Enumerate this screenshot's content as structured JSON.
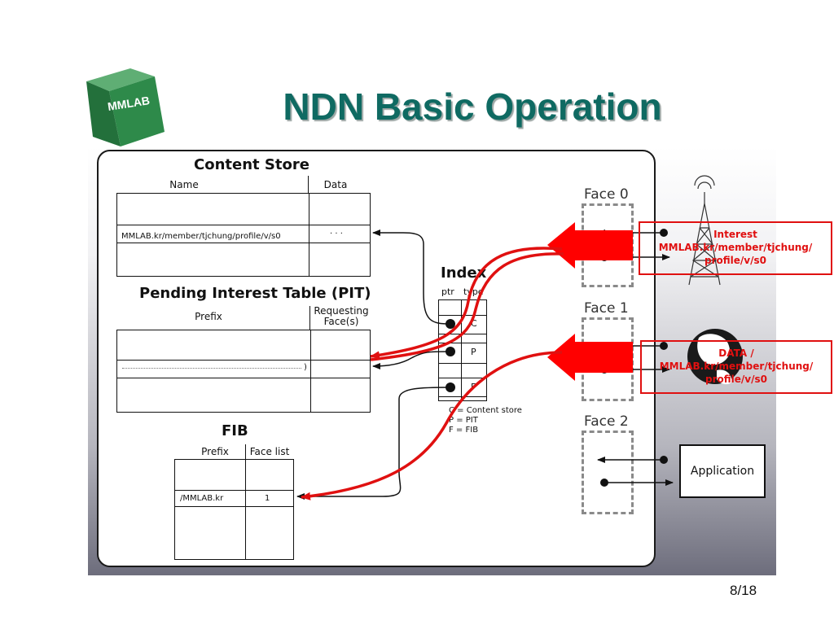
{
  "logo": {
    "text": "MMLAB"
  },
  "title": "NDN Basic Operation",
  "content_store": {
    "heading": "Content Store",
    "col_name": "Name",
    "col_data": "Data",
    "row_name": "MMLAB.kr/member/tjchung/profile/v/s0",
    "row_data": "· · ·"
  },
  "pit": {
    "heading": "Pending Interest Table (PIT)",
    "col_prefix": "Prefix",
    "col_faces": "Requesting Face(s)",
    "row_end": ")"
  },
  "fib": {
    "heading": "FIB",
    "col_prefix": "Prefix",
    "col_facelist": "Face list",
    "row_prefix": "/MMLAB.kr",
    "row_face": "1"
  },
  "index": {
    "heading": "Index",
    "col_ptr": "ptr",
    "col_type": "type",
    "types": [
      "C",
      "P",
      "F"
    ],
    "legend": [
      "C = Content store",
      "P = PIT",
      "F = FIB"
    ]
  },
  "faces": [
    "Face 0",
    "Face 1",
    "Face 2"
  ],
  "application": "Application",
  "callouts": {
    "interest": [
      "Interest",
      "MMLAB.kr/member/tjchung/",
      "profile/v/s0"
    ],
    "data": [
      "DATA /",
      "MMLAB.kr/member/tjchung/",
      "profile/v/s0"
    ]
  },
  "page": "8/18",
  "colors": {
    "title": "#0f6a62",
    "logo": "#2e8a4a",
    "highlight": "#e01010"
  },
  "icons": [
    "antenna-tower-icon",
    "globe-icon"
  ]
}
